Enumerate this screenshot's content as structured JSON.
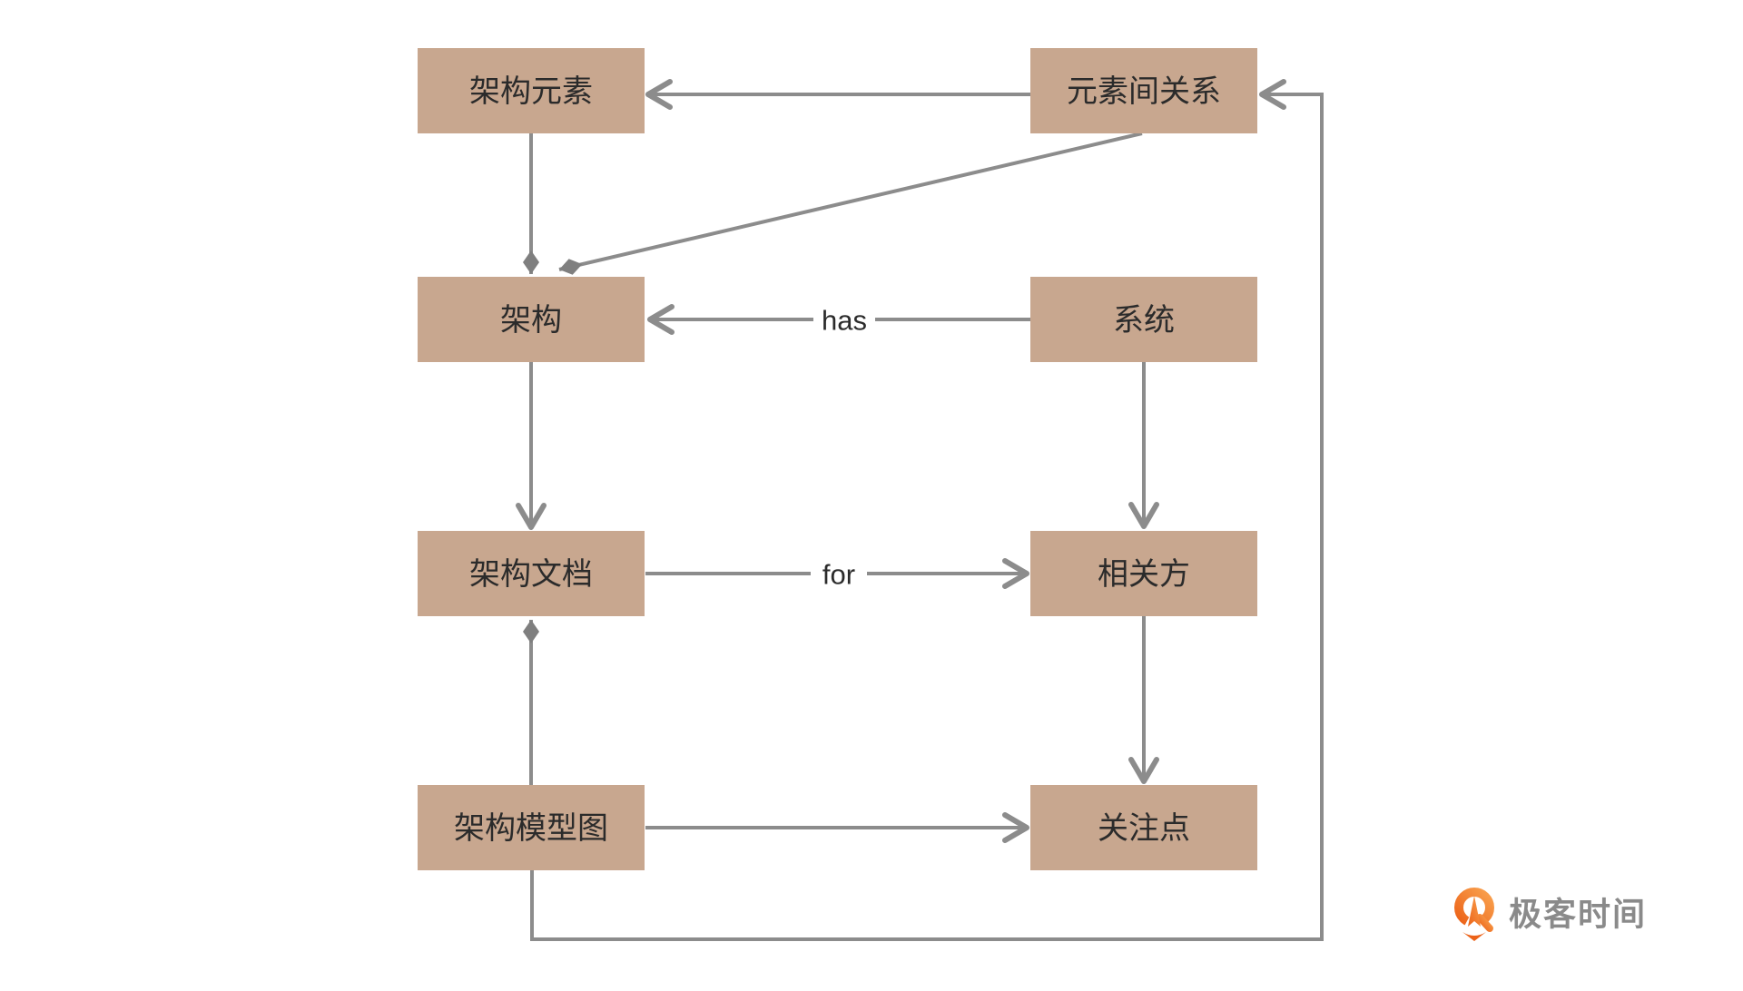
{
  "diagram": {
    "nodes": [
      {
        "id": "arch-element",
        "label": "架构元素"
      },
      {
        "id": "element-relationship",
        "label": "元素间关系"
      },
      {
        "id": "architecture",
        "label": "架构"
      },
      {
        "id": "system",
        "label": "系统"
      },
      {
        "id": "arch-document",
        "label": "架构文档"
      },
      {
        "id": "stakeholder",
        "label": "相关方"
      },
      {
        "id": "arch-model-diagram",
        "label": "架构模型图"
      },
      {
        "id": "concern",
        "label": "关注点"
      }
    ],
    "edge_labels": {
      "has": "has",
      "for": "for"
    },
    "edges": [
      {
        "from": "元素间关系",
        "to": "架构元素",
        "type": "arrow"
      },
      {
        "from": "架构元素",
        "to": "架构",
        "type": "diamond"
      },
      {
        "from": "元素间关系",
        "to": "架构",
        "type": "diamond"
      },
      {
        "from": "系统",
        "to": "架构",
        "label": "has",
        "type": "arrow"
      },
      {
        "from": "架构",
        "to": "架构文档",
        "type": "arrow"
      },
      {
        "from": "系统",
        "to": "相关方",
        "type": "arrow"
      },
      {
        "from": "架构文档",
        "to": "相关方",
        "label": "for",
        "type": "arrow"
      },
      {
        "from": "相关方",
        "to": "关注点",
        "type": "arrow"
      },
      {
        "from": "架构模型图",
        "to": "架构文档",
        "type": "diamond"
      },
      {
        "from": "架构模型图",
        "to": "关注点",
        "type": "arrow"
      },
      {
        "from": "架构模型图",
        "to": "元素间关系",
        "type": "arrow-loop"
      }
    ],
    "colors": {
      "node_fill": "#C8A78F",
      "line": "#8C8C8C",
      "diamond": "#7F7F7F",
      "node_text": "#2B2B2B",
      "background": "#FFFFFF"
    }
  },
  "logo": {
    "text": "极客时间",
    "orange_dark": "#EC6218",
    "orange_light": "#F9A14E",
    "text_color": "#8A8A8A"
  }
}
